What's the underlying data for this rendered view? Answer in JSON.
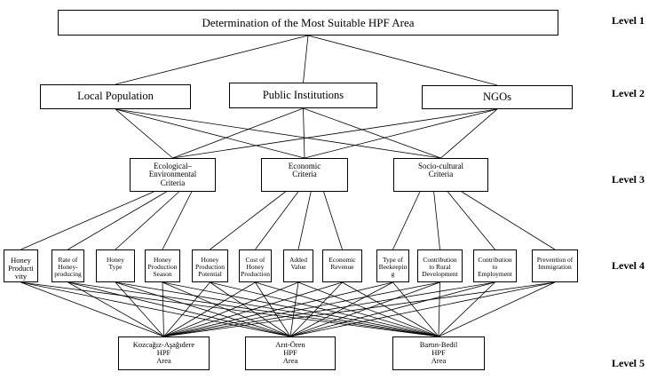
{
  "goal": "Determination of the Most Suitable HPF Area",
  "level_labels": [
    "Level 1",
    "Level 2",
    "Level 3",
    "Level 4",
    "Level 5"
  ],
  "stakeholders": [
    "Local Population",
    "Public Institutions",
    "NGOs"
  ],
  "criteria": [
    "Ecological–\nEnvironmental\nCriteria",
    "Economic\nCriteria",
    "Socio-cultural\nCriteria"
  ],
  "sub_criteria": [
    "Honey\nProducti\nvity",
    "Rate of\nHoney-\nproducing",
    "Honey\nType",
    "Honey\nProduction\nSeason",
    "Honey\nProduction\nPotential",
    "Cost of\nHoney\nProduction",
    "Added\nValue",
    "Economic\nRevenue",
    "Type of\nBeekeepin\ng",
    "Contribution\nto Rural\nDevelopment",
    "Contribution\nto\nEmployment",
    "Prevention of\nImmigration"
  ],
  "alternatives": [
    "Kozcağız-Aşağıdere\nHPF\nArea",
    "Arıt-Ören\nHPF\nArea",
    "Bartın-Bedil\nHPF\nArea"
  ]
}
